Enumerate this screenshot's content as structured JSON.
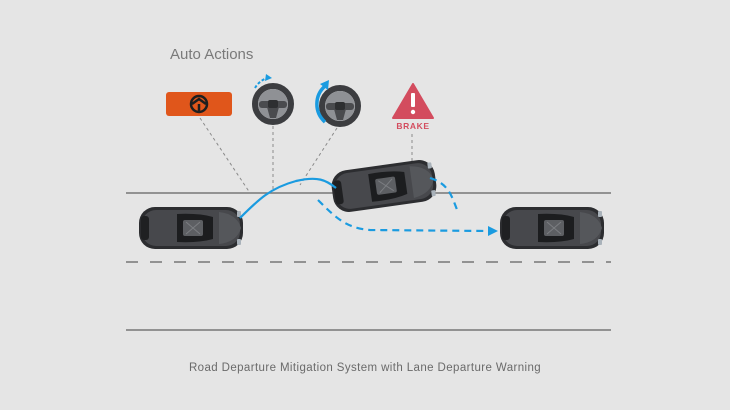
{
  "header": {
    "title": "Auto Actions"
  },
  "footer": {
    "caption": "Road Departure Mitigation System with Lane Departure Warning"
  },
  "actions": {
    "indicator": {
      "icon": "steering-assist-indicator-icon",
      "color": "#e0561b"
    },
    "steer_right": {
      "icon": "steering-wheel-icon",
      "arrow": "clockwise-arrow-icon"
    },
    "steer_left": {
      "icon": "steering-wheel-icon",
      "arrow": "counterclockwise-arrow-icon"
    },
    "brake": {
      "icon": "warning-triangle-icon",
      "label": "BRAKE",
      "color": "#d34c5e"
    }
  },
  "colors": {
    "background": "#e5e5e5",
    "path": "#1a9be0",
    "road_line": "#777777",
    "car_body": "#3a3b3e"
  }
}
